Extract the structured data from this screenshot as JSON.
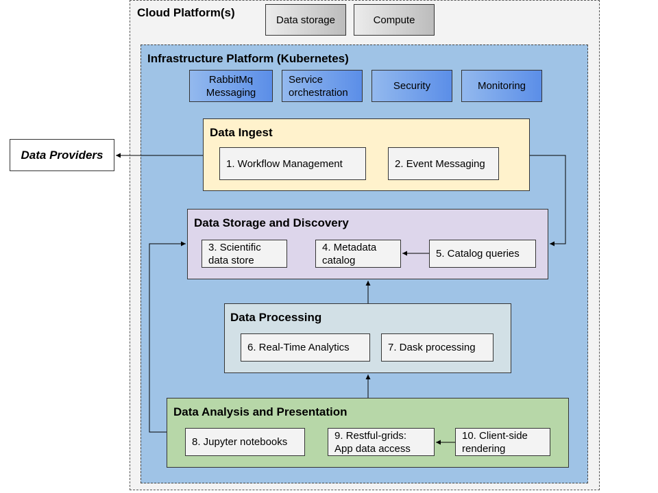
{
  "cloud": {
    "title": "Cloud Platform(s)",
    "buttons": [
      "Data storage",
      "Compute"
    ]
  },
  "infrastructure": {
    "title": "Infrastructure Platform (Kubernetes)",
    "services": [
      "RabbitMq\nMessaging",
      "Service\norchestration",
      "Security",
      "Monitoring"
    ]
  },
  "data_providers": {
    "label": "Data Providers"
  },
  "sections": {
    "ingest": {
      "title": "Data Ingest",
      "items": [
        "1. Workflow Management",
        "2. Event Messaging"
      ]
    },
    "storage": {
      "title": "Data Storage and Discovery",
      "items": [
        "3. Scientific\ndata store",
        "4. Metadata\ncatalog",
        "5. Catalog queries"
      ]
    },
    "processing": {
      "title": "Data Processing",
      "items": [
        "6. Real-Time Analytics",
        "7. Dask processing"
      ]
    },
    "analysis": {
      "title": "Data Analysis and Presentation",
      "items": [
        "8. Jupyter notebooks",
        "9. Restful-grids:\nApp data access",
        "10. Client-side\nrendering"
      ]
    }
  },
  "colors": {
    "cloud_bg": "#f3f3f3",
    "infra_bg": "#9fc3e6",
    "ingest_bg": "#fff2cc",
    "storage_bg": "#ddd6eb",
    "processing_bg": "#d2e0e6",
    "analysis_bg": "#b7d7a8",
    "item_bg": "#f3f3f3"
  }
}
